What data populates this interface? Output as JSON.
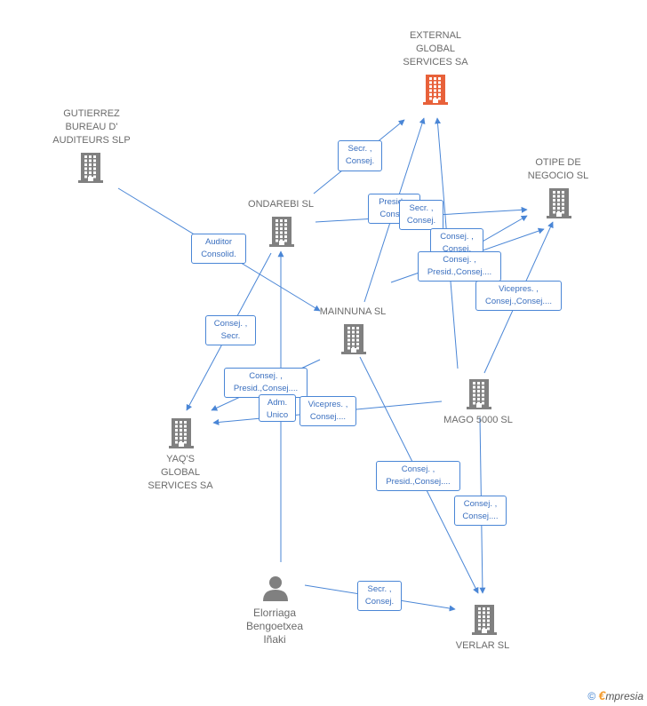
{
  "nodes": {
    "external": {
      "name": "EXTERNAL\nGLOBAL\nSERVICES SA",
      "icon": "building-icon",
      "color": "#e8613a"
    },
    "gutierrez": {
      "name": "GUTIERREZ\nBUREAU D'\nAUDITEURS  SLP",
      "icon": "building-icon",
      "color": "#808080"
    },
    "ondarebi": {
      "name": "ONDAREBI SL",
      "icon": "building-icon",
      "color": "#808080"
    },
    "otipe": {
      "name": "OTIPE DE\nNEGOCIO SL",
      "icon": "building-icon",
      "color": "#808080"
    },
    "mainnuna": {
      "name": "MAINNUNA SL",
      "icon": "building-icon",
      "color": "#808080"
    },
    "mago": {
      "name": "MAGO 5000  SL",
      "icon": "building-icon",
      "color": "#808080"
    },
    "yaqs": {
      "name": "YAQ'S\nGLOBAL\nSERVICES SA",
      "icon": "building-icon",
      "color": "#808080"
    },
    "verlar": {
      "name": "VERLAR SL",
      "icon": "building-icon",
      "color": "#808080"
    },
    "elorriaga": {
      "name": "Elorriaga\nBengoetxea\nIñaki",
      "icon": "person-icon",
      "color": "#808080"
    }
  },
  "relations": [
    {
      "id": "r1",
      "label": "Secr. ,\nConsej."
    },
    {
      "id": "r2",
      "label": "Auditor\nConsolid."
    },
    {
      "id": "r3",
      "label": "Presid. ,\nConsej."
    },
    {
      "id": "r4",
      "label": "Secr. ,\nConsej."
    },
    {
      "id": "r5",
      "label": "Consej. ,\nConsej."
    },
    {
      "id": "r6",
      "label": "Consej. ,\nPresid.,Consej...."
    },
    {
      "id": "r7",
      "label": "Vicepres. ,\nConsej.,Consej...."
    },
    {
      "id": "r8",
      "label": "Consej. ,\nSecr."
    },
    {
      "id": "r9",
      "label": "Consej. ,\nPresid.,Consej...."
    },
    {
      "id": "r10",
      "label": "Adm.\nUnico"
    },
    {
      "id": "r11",
      "label": "Vicepres. ,\nConsej...."
    },
    {
      "id": "r12",
      "label": "Consej. ,\nPresid.,Consej...."
    },
    {
      "id": "r13",
      "label": "Consej. ,\nConsej...."
    },
    {
      "id": "r14",
      "label": "Secr. ,\nConsej."
    }
  ],
  "colors": {
    "edge": "#4a86d6",
    "box_border": "#4a86d6",
    "box_text": "#3a6fbf"
  },
  "footer": {
    "symbol": "©",
    "brand_first": "€",
    "brand_rest": "mpresia"
  }
}
